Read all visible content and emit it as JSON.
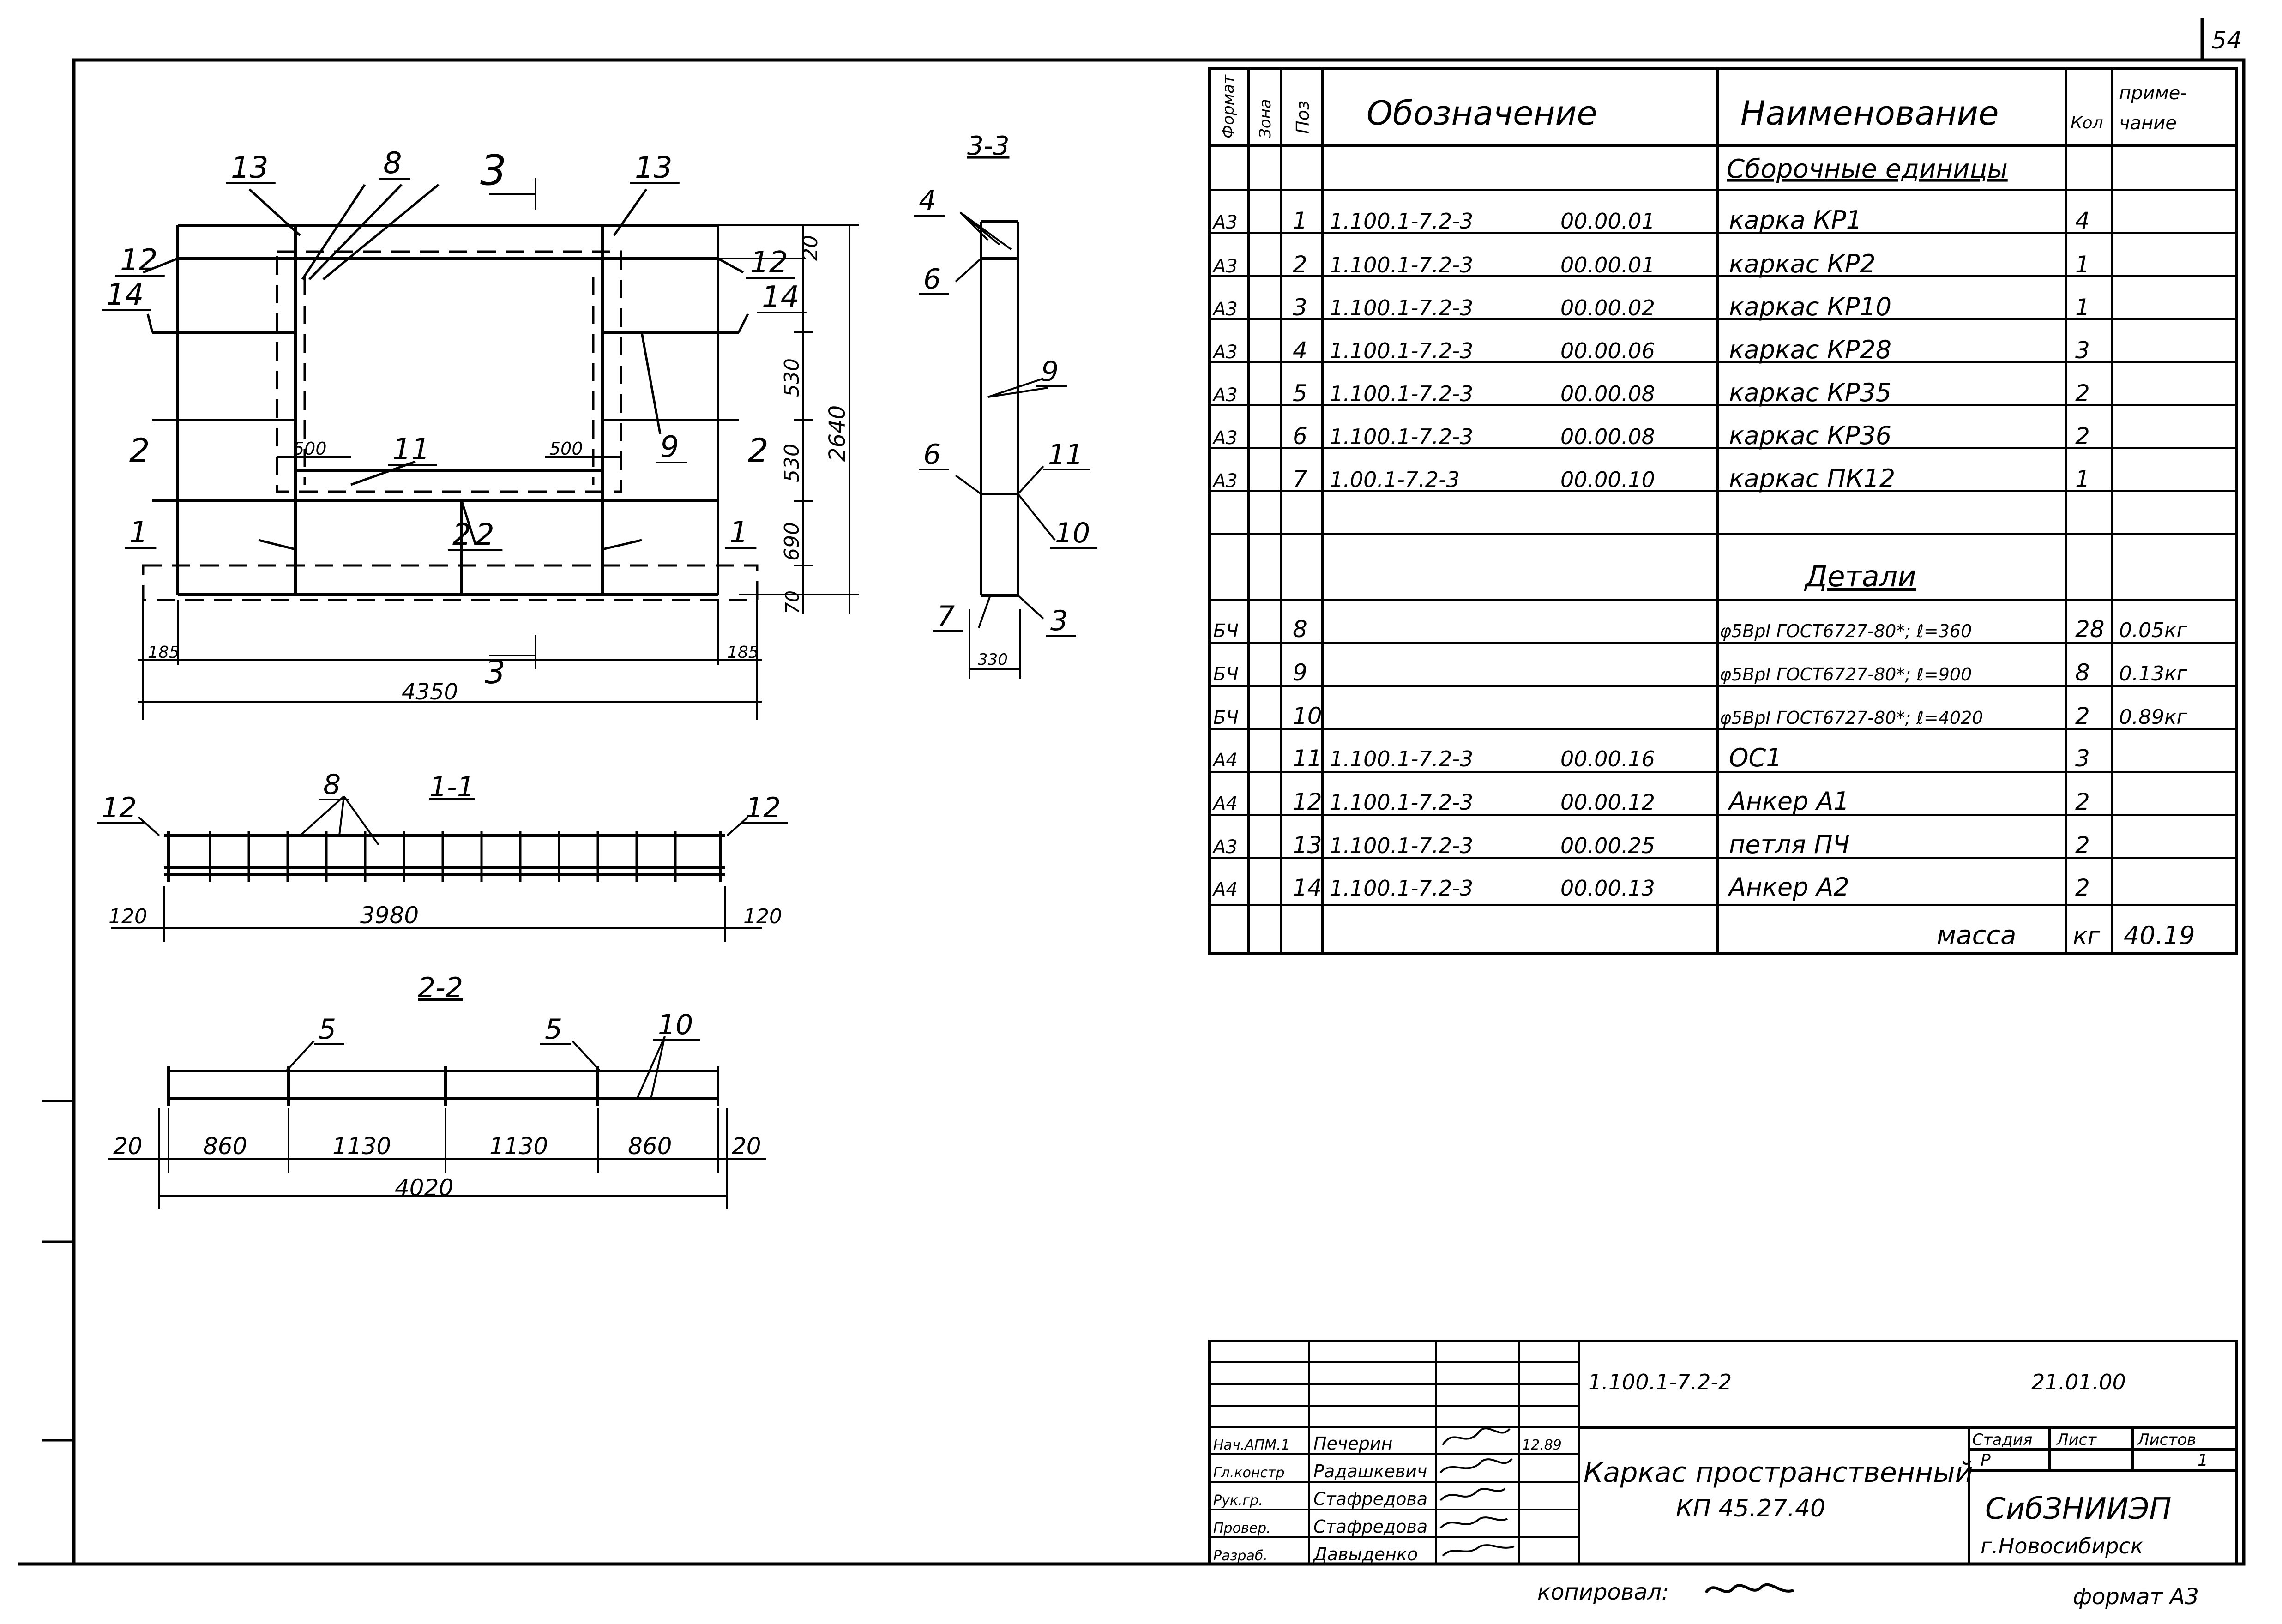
{
  "sheet": {
    "page_number": "54",
    "bottom_format": "формат А3",
    "copied_by": "копировал:"
  },
  "spec": {
    "headers": {
      "format": "Формат",
      "zone": "Зона",
      "pos": "Поз",
      "designation": "Обозначение",
      "name": "Наименование",
      "qty": "Кол",
      "note": "Приме-\nчание"
    },
    "section_assembly": "Сборочные единицы",
    "section_details": "Детали",
    "rows": [
      {
        "format": "А3",
        "pos": "1",
        "doc": "1.100.1-7.2-3",
        "code": "00.00.01",
        "name": "карка КР1",
        "qty": "4",
        "note": ""
      },
      {
        "format": "А3",
        "pos": "2",
        "doc": "1.100.1-7.2-3",
        "code": "00.00.01",
        "name": "каркас КР2",
        "qty": "1",
        "note": ""
      },
      {
        "format": "А3",
        "pos": "3",
        "doc": "1.100.1-7.2-3",
        "code": "00.00.02",
        "name": "каркас КР10",
        "qty": "1",
        "note": ""
      },
      {
        "format": "А3",
        "pos": "4",
        "doc": "1.100.1-7.2-3",
        "code": "00.00.06",
        "name": "каркас КР28",
        "qty": "3",
        "note": ""
      },
      {
        "format": "А3",
        "pos": "5",
        "doc": "1.100.1-7.2-3",
        "code": "00.00.08",
        "name": "каркас КР35",
        "qty": "2",
        "note": ""
      },
      {
        "format": "А3",
        "pos": "6",
        "doc": "1.100.1-7.2-3",
        "code": "00.00.08",
        "name": "каркас КР36",
        "qty": "2",
        "note": ""
      },
      {
        "format": "А3",
        "pos": "7",
        "doc": "1.00.1-7.2-3",
        "code": "00.00.10",
        "name": "каркас ПК12",
        "qty": "1",
        "note": ""
      },
      {
        "format": "",
        "pos": "",
        "doc": "",
        "code": "",
        "name": "",
        "qty": "",
        "note": ""
      },
      {
        "format": "",
        "pos": "",
        "doc": "",
        "code": "",
        "name": "",
        "qty": "",
        "note": ""
      },
      {
        "format": "БЧ",
        "pos": "8",
        "doc": "",
        "code": "",
        "name": "φ5ВрI ГОСТ6727-80*; ℓ=360",
        "qty": "28",
        "note": "0.05кг"
      },
      {
        "format": "БЧ",
        "pos": "9",
        "doc": "",
        "code": "",
        "name": "φ5ВрI ГОСТ6727-80*; ℓ=900",
        "qty": "8",
        "note": "0.13кг"
      },
      {
        "format": "БЧ",
        "pos": "10",
        "doc": "",
        "code": "",
        "name": "φ5ВрI ГОСТ6727-80*; ℓ=4020",
        "qty": "2",
        "note": "0.89кг"
      },
      {
        "format": "А4",
        "pos": "11",
        "doc": "1.100.1-7.2-3",
        "code": "00.00.16",
        "name": "ОС1",
        "qty": "3",
        "note": ""
      },
      {
        "format": "А4",
        "pos": "12",
        "doc": "1.100.1-7.2-3",
        "code": "00.00.12",
        "name": "Анкер А1",
        "qty": "2",
        "note": ""
      },
      {
        "format": "А3",
        "pos": "13",
        "doc": "1.100.1-7.2-3",
        "code": "00.00.25",
        "name": "петля ПЧ",
        "qty": "2",
        "note": ""
      },
      {
        "format": "А4",
        "pos": "14",
        "doc": "1.100.1-7.2-3",
        "code": "00.00.13",
        "name": "Анкер А2",
        "qty": "2",
        "note": ""
      }
    ],
    "mass_label": "масса",
    "mass_unit": "кг",
    "mass_value": "40.19"
  },
  "title_block": {
    "doc_code": "1.100.1-7.2-2",
    "date_code": "21.01.00",
    "signatures": [
      {
        "role": "Нач.АПМ.1",
        "person": "Печерин"
      },
      {
        "role": "Гл.констр",
        "person": "Радашкевич"
      },
      {
        "role": "Рук.гр.",
        "person": "Стафредова"
      },
      {
        "role": "Провер.",
        "person": "Стафредова"
      },
      {
        "role": "Разраб.",
        "person": "Давыденко"
      }
    ],
    "sign_date": "12.89",
    "title_line1": "Каркас пространственный",
    "title_line2": "КП 45.27.40",
    "stage_label": "Стадия",
    "sheet_label": "Лист",
    "sheets_label": "Листов",
    "stage_value": "Р",
    "sheet_value": "",
    "sheets_value": "1",
    "org_line1": "СибЗНИИЭП",
    "org_line2": "г.Новосибирск"
  },
  "drawing": {
    "plan": {
      "dims": {
        "overall": "4350",
        "left_edge": "185",
        "right_edge": "185",
        "h_top": "20",
        "h1": "530",
        "h2": "530",
        "h3": "690",
        "h_bottom": "70",
        "h_total": "2640",
        "opening_left": "500",
        "opening_right": "500"
      },
      "cut_3": "3",
      "cut_2": "2",
      "callouts": [
        "13",
        "8",
        "13",
        "12",
        "12",
        "14",
        "14",
        "2",
        "11",
        "9",
        "1",
        "2",
        "1"
      ]
    },
    "section_33": {
      "label": "3-3",
      "dim": "330",
      "callouts": [
        "4",
        "6",
        "9",
        "6",
        "11",
        "10",
        "7",
        "3"
      ]
    },
    "section_11": {
      "label": "1-1",
      "left": "120",
      "mid": "3980",
      "right": "120",
      "callouts": [
        "12",
        "8",
        "12"
      ]
    },
    "section_22": {
      "label": "2-2",
      "dims": [
        "20",
        "860",
        "1130",
        "1130",
        "860",
        "20"
      ],
      "total": "4020",
      "callouts": [
        "5",
        "5",
        "10"
      ]
    }
  }
}
